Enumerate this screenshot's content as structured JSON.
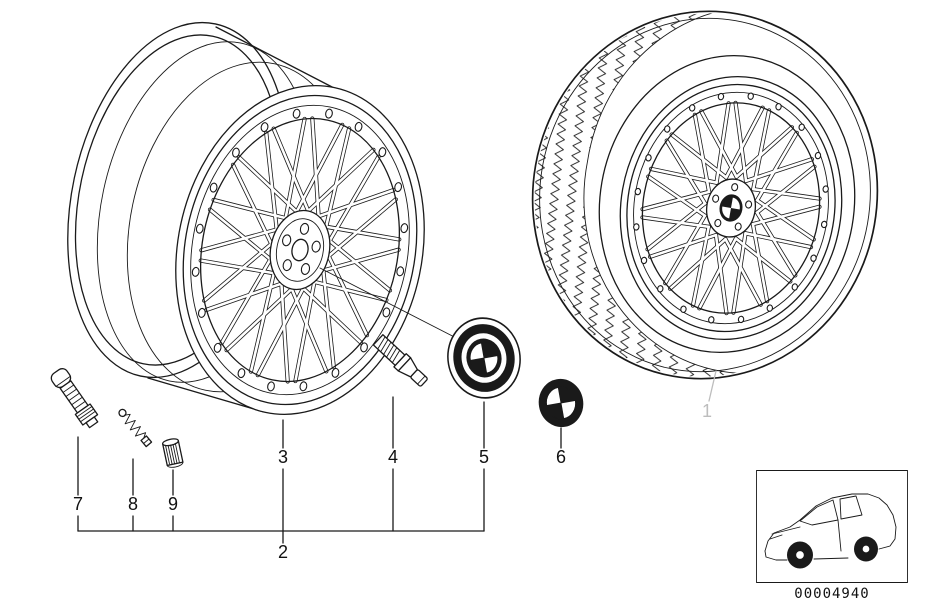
{
  "diagram": {
    "callouts": {
      "c1": "1",
      "c2": "2",
      "c3": "3",
      "c4": "4",
      "c5": "5",
      "c6": "6",
      "c7": "7",
      "c8": "8",
      "c9": "9"
    },
    "part_number": "00004940",
    "colors": {
      "line": "#1a1a1a",
      "muted": "#bdbdbd",
      "background": "#ffffff"
    }
  }
}
